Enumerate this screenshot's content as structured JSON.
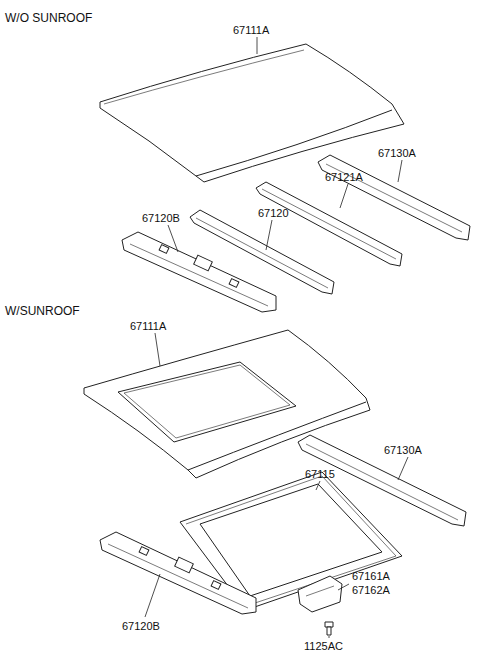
{
  "diagram": {
    "labels": [
      "W/O SUNROOF",
      "67111A",
      "67130A",
      "67121A",
      "67120B",
      "67120",
      "W/SUNROOF",
      "67111A",
      "67130A",
      "67115",
      "67161A",
      "67162A",
      "67120B",
      "1125AC"
    ]
  }
}
